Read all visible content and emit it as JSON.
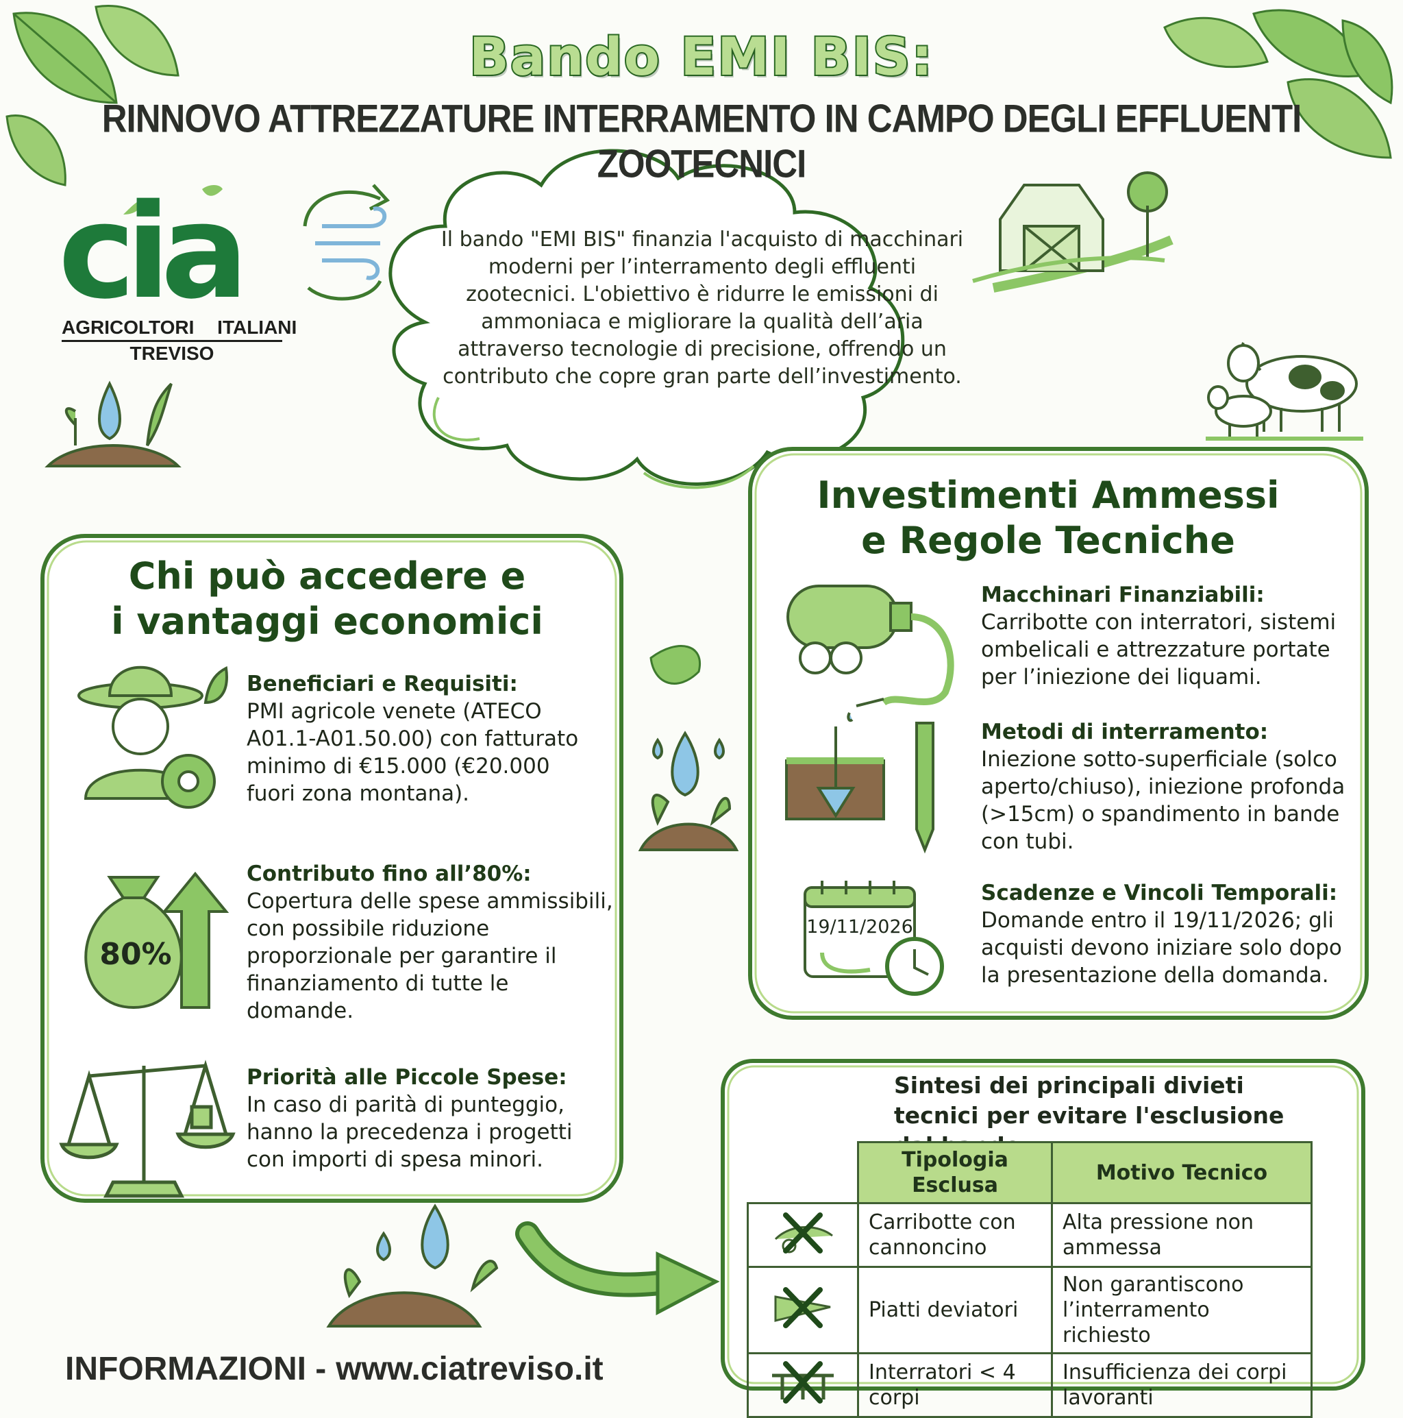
{
  "header": {
    "title": "Bando EMI BIS:",
    "subtitle": "RINNOVO ATTREZZATURE INTERRAMENTO IN CAMPO DEGLI EFFLUENTI ZOOTECNICI"
  },
  "logo": {
    "brand_text": "cia",
    "line1": "AGRICOLTORI ITALIANI",
    "line2": "TREVISO"
  },
  "intro": {
    "text": "Il bando \"EMI BIS\" finanzia l'acquisto di macchinari moderni per l’interramento degli effluenti zootecnici. L'obiettivo è ridurre le emissioni di ammoniaca e migliorare la qualità dell’aria attraverso tecnologie di precisione, offrendo un contributo che copre gran parte dell’investimento."
  },
  "left_panel": {
    "title_line1": "Chi può accedere e",
    "title_line2": "i vantaggi economici",
    "items": [
      {
        "title": "Beneficiari e Requisiti:",
        "text": "PMI agricole venete (ATECO A01.1-A01.50.00) con fatturato minimo di €15.000 (€20.000 fuori zona montana).",
        "icon": "farmer-gear-icon"
      },
      {
        "title": "Contributo fino all’80%:",
        "text": "Copertura delle spese ammissibili, con possibile riduzione proporzionale per garantire il finanziamento di tutte le domande.",
        "icon": "money-bag-icon",
        "badge": "80%"
      },
      {
        "title": "Priorità alle Piccole Spese:",
        "text": "In caso di parità di punteggio, hanno la precedenza i progetti con importi di spesa minori.",
        "icon": "balance-scale-icon"
      }
    ]
  },
  "right_panel": {
    "title_line1": "Investimenti Ammessi",
    "title_line2": "e Regole Tecniche",
    "items": [
      {
        "title": "Macchinari Finanziabili:",
        "text": "Carribotte con interratori, sistemi ombelicali e attrezzature portate per l’iniezione dei liquami.",
        "icon": "slurry-tanker-icon"
      },
      {
        "title": "Metodi di interramento:",
        "text": "Iniezione sotto-superficiale (solco aperto/chiuso), iniezione profonda (>15cm) o spandimento in bande con tubi.",
        "icon": "soil-injection-icon"
      },
      {
        "title": "Scadenze e Vincoli Temporali:",
        "text": "Domande entro il 19/11/2026; gli acquisti devono iniziare solo dopo la presentazione della domanda.",
        "icon": "calendar-clock-icon",
        "calendar_date": "19/11/2026"
      }
    ]
  },
  "divieti": {
    "heading": "Sintesi dei principali divieti tecnici per evitare l'esclusione dal bando.",
    "columns": [
      "Tipologia Esclusa",
      "Motivo Tecnico"
    ],
    "rows": [
      {
        "tipologia": "Carribotte con cannoncino",
        "motivo": "Alta pressione non ammessa",
        "icon": "crossed-cannon-icon"
      },
      {
        "tipologia": "Piatti deviatori",
        "motivo": "Non garantiscono l’interramento richiesto",
        "icon": "crossed-deflector-icon"
      },
      {
        "tipologia": "Interratori < 4 corpi",
        "motivo": "Insufficienza dei corpi lavoranti",
        "icon": "crossed-injector-icon"
      }
    ]
  },
  "footer": {
    "label": "INFORMAZIONI -",
    "url": "www.ciatreviso.it"
  },
  "colors": {
    "brand_green": "#1e7a3a",
    "accent_green": "#8cc665",
    "dark_green": "#1f4a1a",
    "header_fill": "#b8db8b",
    "water_blue": "#8ec6e6",
    "soil_brown": "#8a6a4a"
  }
}
